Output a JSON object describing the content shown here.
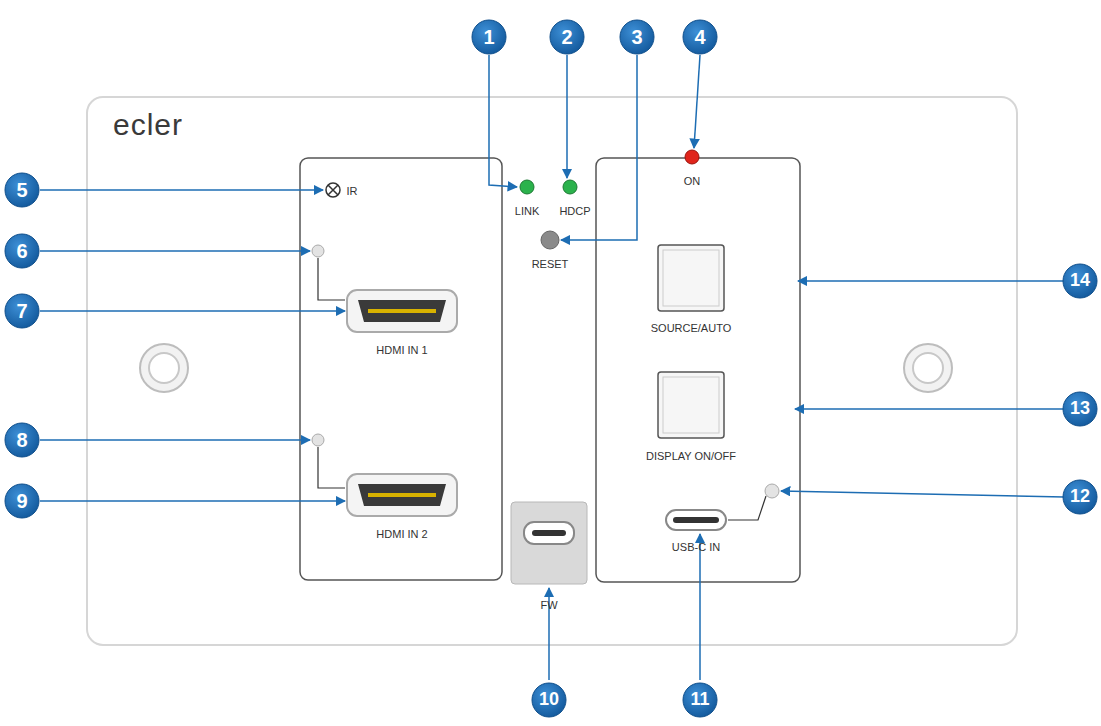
{
  "diagram": {
    "labels": [
      "ecler",
      "IR",
      "HDMI IN 1",
      "HDMI IN 2",
      "LINK",
      "HDCP",
      "RESET",
      "ON",
      "SOURCE/AUTO",
      "DISPLAY ON/OFF",
      "USB-C IN",
      "FW",
      "1",
      "2",
      "3",
      "4",
      "5",
      "6",
      "7",
      "8",
      "9",
      "10",
      "11",
      "12",
      "13",
      "14"
    ]
  }
}
